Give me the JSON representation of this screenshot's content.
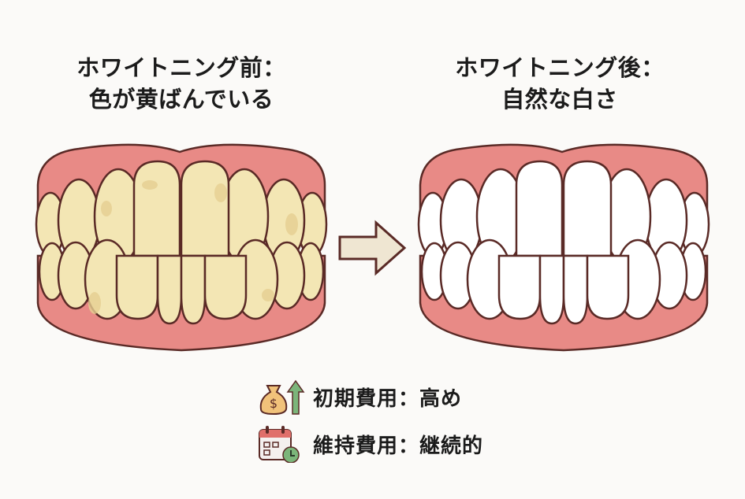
{
  "before": {
    "title_line1": "ホワイトニング前：",
    "title_line2": "色が黄ばんでいる",
    "tooth_color": "#f3e6b4",
    "stain_color": "#e6cf92"
  },
  "after": {
    "title_line1": "ホワイトニング後：",
    "title_line2": "自然な白さ",
    "tooth_color": "#ffffff"
  },
  "arrow": {
    "icon": "right-arrow-icon",
    "fill": "#efe6d2"
  },
  "colors": {
    "gum": "#e88a86",
    "outline": "#5a2a26",
    "background": "#fbfaf8"
  },
  "costs": [
    {
      "icon": "money-bag-up-arrow-icon",
      "label": "初期費用：高め"
    },
    {
      "icon": "calendar-clock-icon",
      "label": "維持費用：継続的"
    }
  ]
}
